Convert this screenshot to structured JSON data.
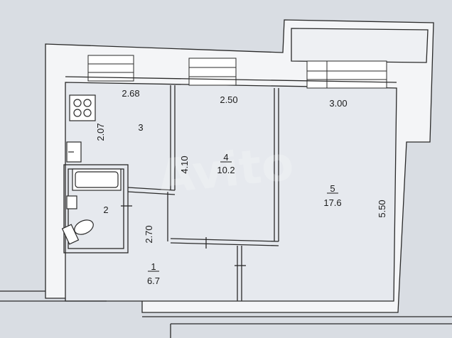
{
  "rooms": [
    {
      "number": "1",
      "area": "6.7",
      "height_dim": "2.70"
    },
    {
      "number": "2"
    },
    {
      "number": "3",
      "width_dim": "2.68",
      "height_dim": "2.07"
    },
    {
      "number": "4",
      "area": "10.2",
      "width_dim": "2.50",
      "height_dim": "4.10"
    },
    {
      "number": "5",
      "area": "17.6",
      "width_dim": "3.00",
      "height_dim": "5.50"
    }
  ],
  "watermark": "Avito",
  "colors": {
    "background": "#d9dde3",
    "wall": "#f4f5f7",
    "line": "#2a2a2a",
    "interior": "#e6e9ee"
  },
  "icons": [
    "stove-icon",
    "sink-icon",
    "bathtub-icon",
    "toilet-icon",
    "washbasin-icon"
  ]
}
